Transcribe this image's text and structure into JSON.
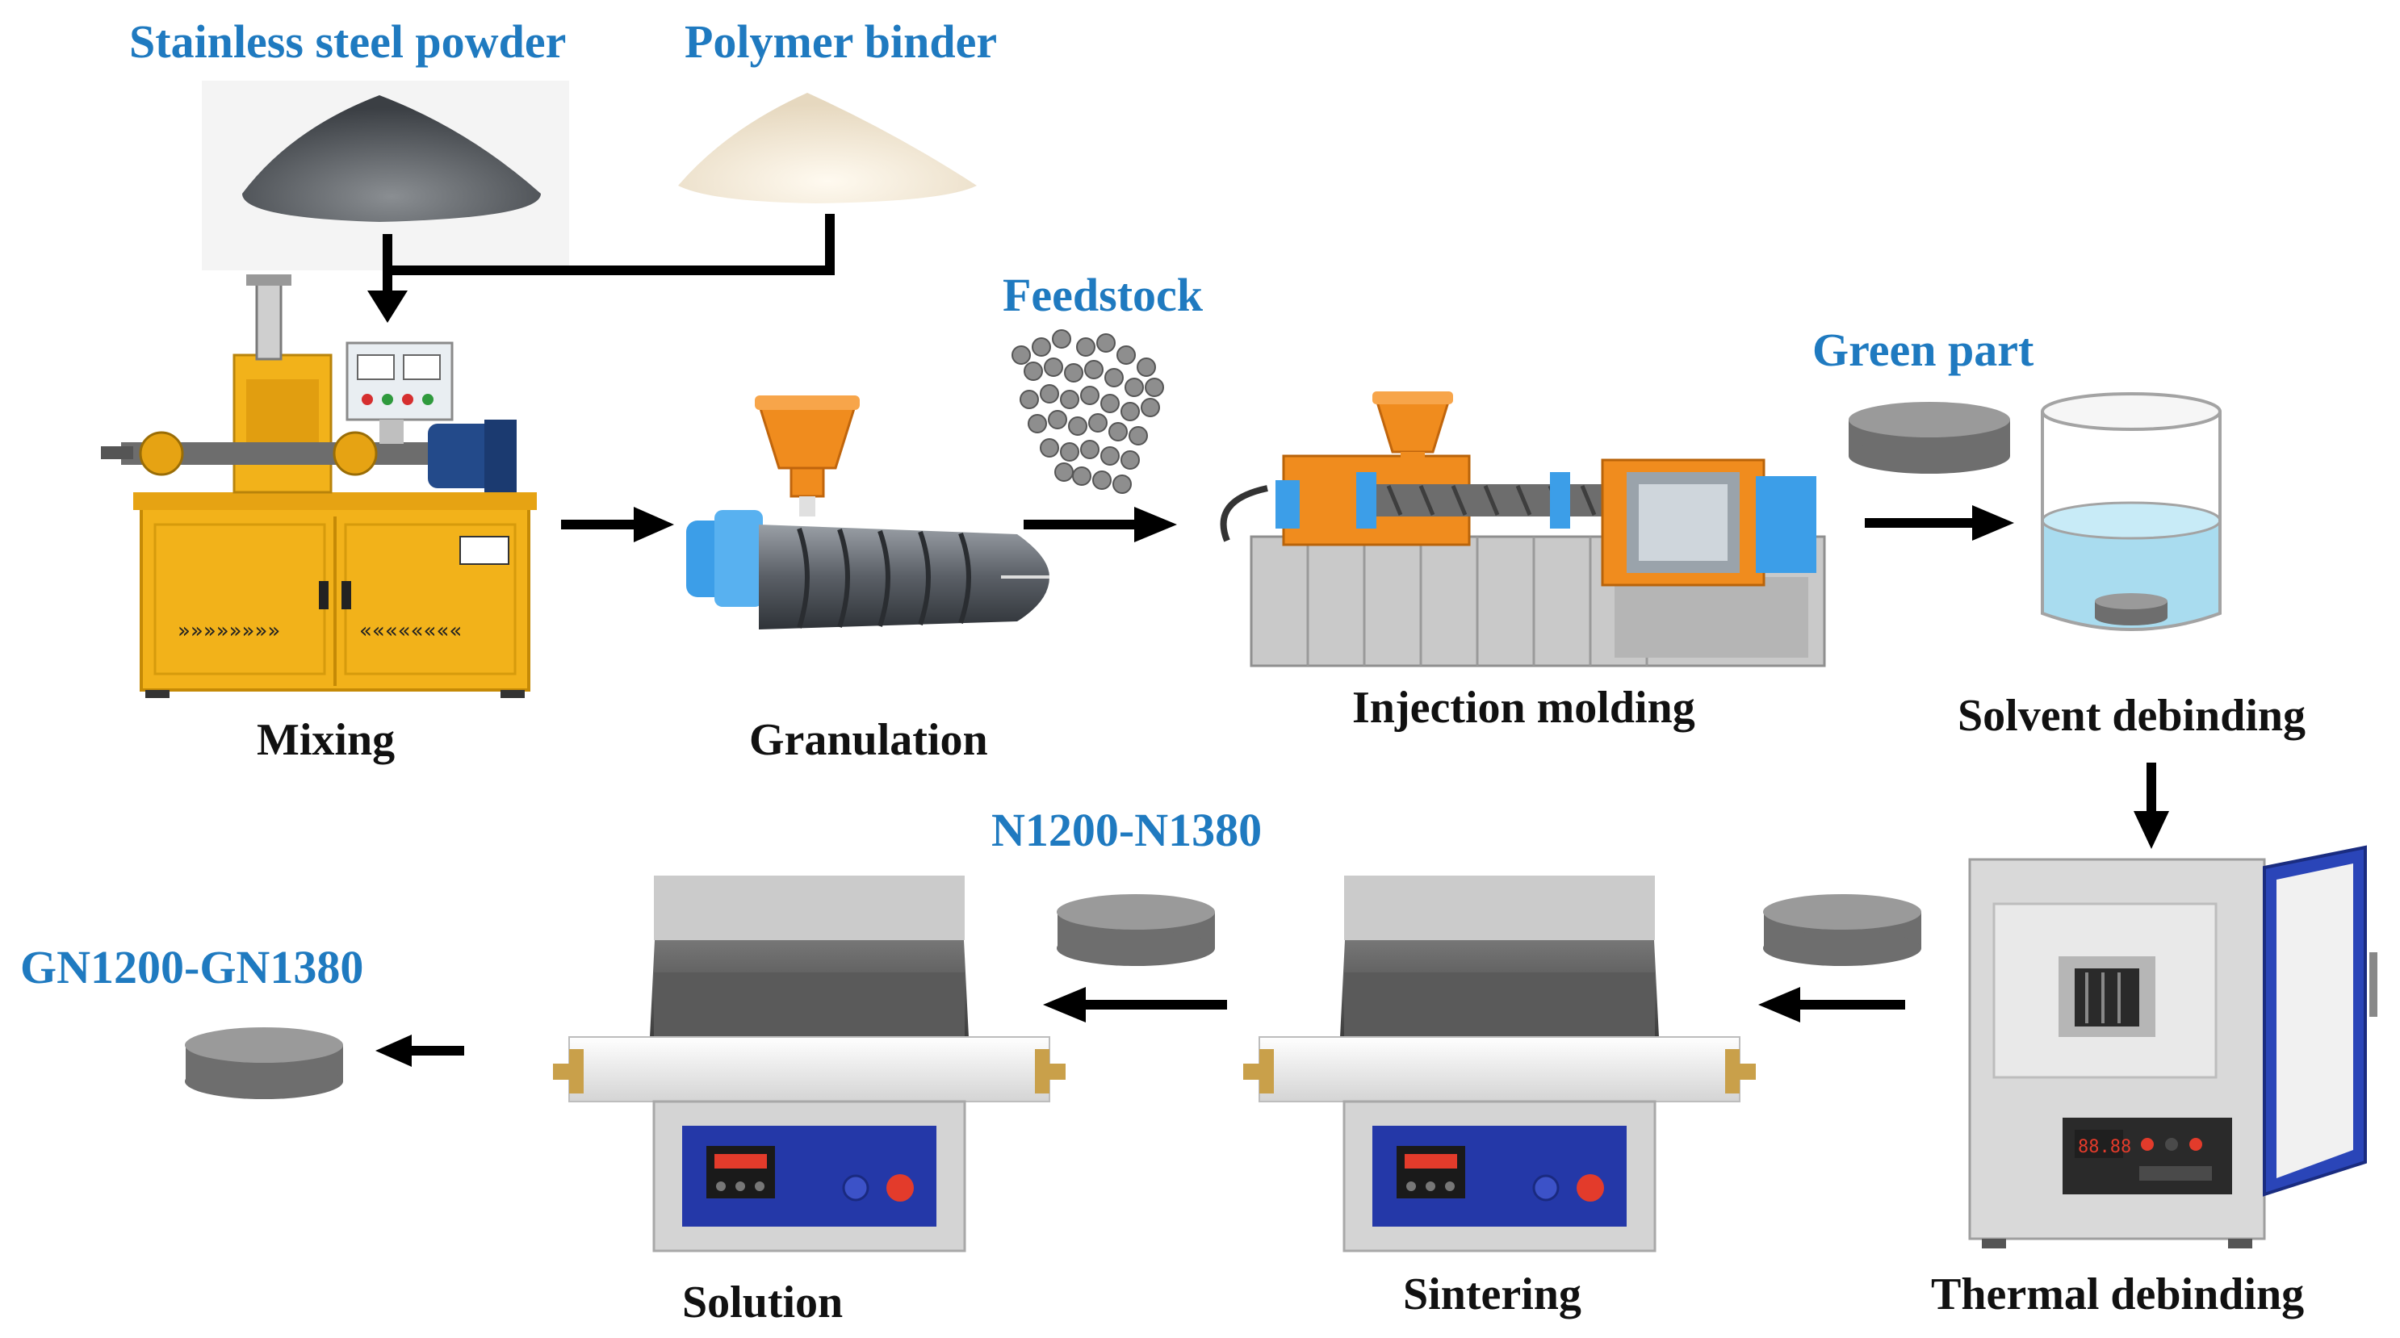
{
  "colors": {
    "label_blue": "#1f7ac0",
    "label_black": "#111111",
    "machine_yellow": "#f2b21a",
    "hopper_orange": "#f08c1e",
    "machine_blue": "#3c9ee8",
    "panel_blue": "#2438a8",
    "disc_gray": "#7e7e7e",
    "water_blue": "#a9dcef"
  },
  "labels": {
    "stainless_steel_powder": "Stainless steel powder",
    "polymer_binder": "Polymer binder",
    "feedstock": "Feedstock",
    "green_part": "Green part",
    "n_range": "N1200-N1380",
    "gn_range": "GN1200-GN1380"
  },
  "steps": {
    "mixing": "Mixing",
    "granulation": "Granulation",
    "injection_molding": "Injection molding",
    "solvent_debinding": "Solvent debinding",
    "thermal_debinding": "Thermal debinding",
    "sintering": "Sintering",
    "solution": "Solution"
  },
  "display": {
    "furnace_readout": "88.88"
  },
  "icons": [
    "powder-pile-icon",
    "mixer-machine-icon",
    "granulator-screw-icon",
    "feedstock-pellets-icon",
    "injection-molding-machine-icon",
    "green-part-disc-icon",
    "solvent-beaker-icon",
    "muffle-furnace-icon",
    "tube-furnace-icon",
    "arrow-icon"
  ]
}
